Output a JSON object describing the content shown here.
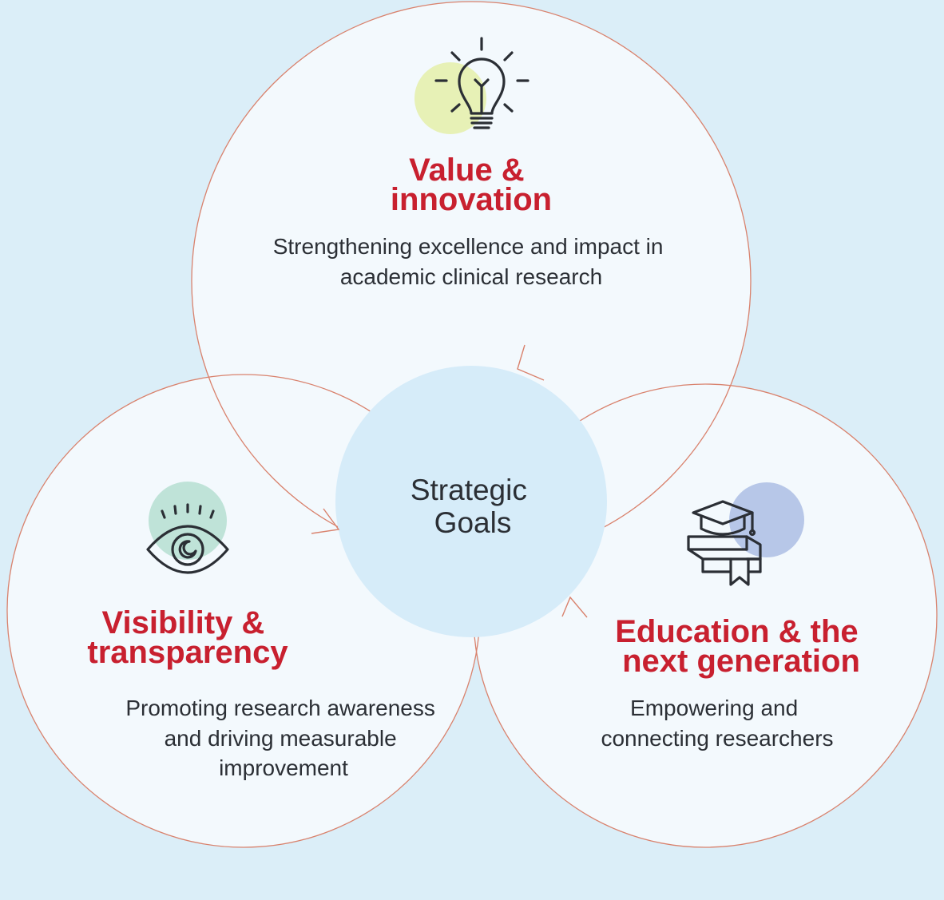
{
  "center": {
    "lines": [
      "Strategic",
      "Goals"
    ]
  },
  "goals": [
    {
      "id": "value",
      "title": [
        "Value &",
        "innovation"
      ],
      "description": [
        "Strengthening excellence and impact in",
        "academic clinical research"
      ],
      "icon": "lightbulb-icon",
      "icon_accent": "#e7f1b6"
    },
    {
      "id": "visibility",
      "title": [
        "Visibility &",
        "transparency"
      ],
      "description": [
        "Promoting research awareness",
        "and driving measurable",
        "improvement"
      ],
      "icon": "eye-icon",
      "icon_accent": "#bfe3d8"
    },
    {
      "id": "education",
      "title": [
        "Education & the",
        "next generation"
      ],
      "description": [
        "Empowering and",
        "connecting researchers"
      ],
      "icon": "graduation-cap-books-icon",
      "icon_accent": "#b7c7e8"
    }
  ],
  "colors": {
    "background": "#dbeef8",
    "circle_fill": "#f3f9fd",
    "circle_stroke": "#d9826d",
    "center_fill": "#d6ecf9",
    "title": "#c8202f",
    "text": "#2b2f35"
  }
}
